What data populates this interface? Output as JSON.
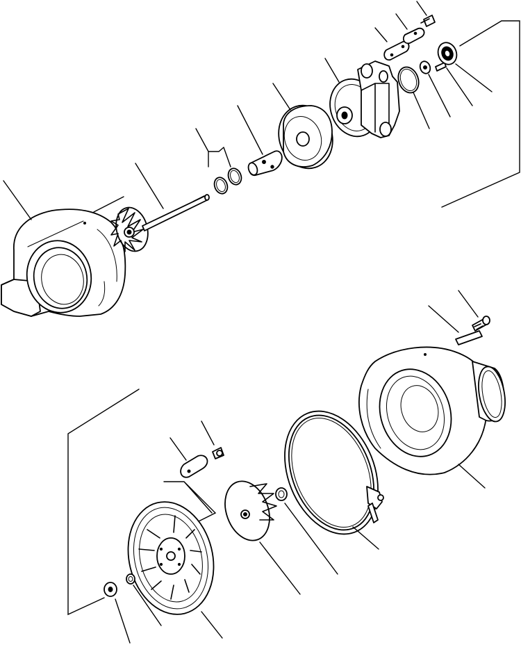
{
  "figure": {
    "type": "exploded-parts-diagram",
    "background": "#ffffff",
    "line_color": "#000000",
    "printed_text": []
  },
  "parts": [
    "turbine-housing",
    "turbine-wheel-shaft",
    "seal-rings",
    "bearing",
    "heat-shield",
    "center-housing",
    "o-ring",
    "thrust-collar",
    "oil-seal",
    "plate-gasket",
    "bolt",
    "compressor-housing",
    "plate",
    "clamp-band",
    "compressor-wheel",
    "back-plate",
    "lock-plate",
    "nut",
    "washer"
  ]
}
